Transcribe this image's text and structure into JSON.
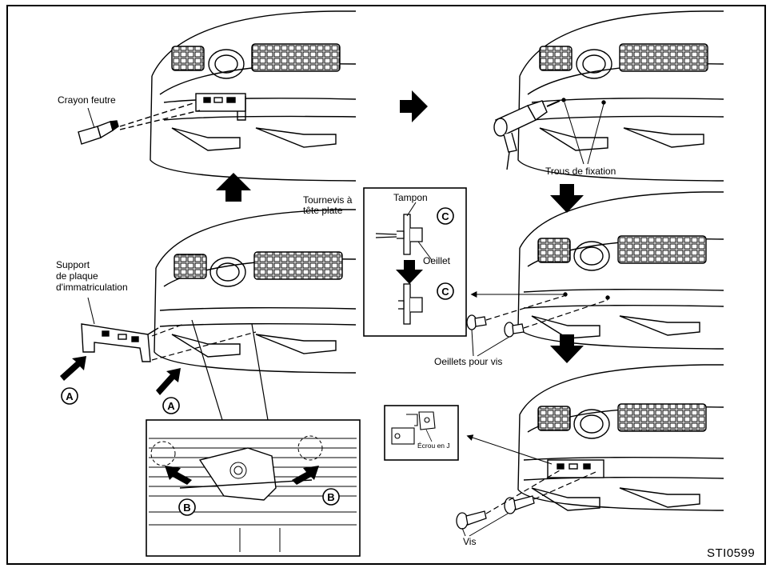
{
  "labels": {
    "crayon_feutre": "Crayon feutre",
    "support_plaque": "Support\nde plaque\nd'immatriculation",
    "trous_fixation": "Trous de fixation",
    "tournevis": "Tournevis à\ntête plate",
    "tampon": "Tampon",
    "oeillet": "Oeillet",
    "oeillets_pour_vis": "Oeillets pour vis",
    "ecrou_en_j": "Écrou en J",
    "vis": "Vis"
  },
  "callouts": {
    "a": "A",
    "b": "B",
    "c": "C"
  },
  "figure_code": "STI0599",
  "colors": {
    "line": "#000000",
    "background": "#ffffff",
    "fill_gray": "#d8d8d8"
  }
}
